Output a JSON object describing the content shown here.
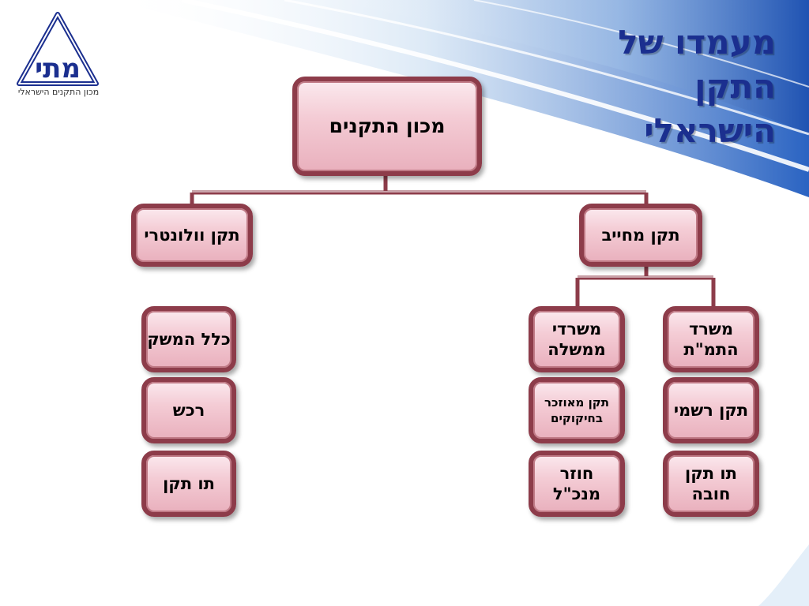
{
  "title": {
    "line1": "מעמדו של",
    "line2": "התקן",
    "line3": "הישראלי"
  },
  "logo": {
    "mark_text": "מתי",
    "caption": "מכון התקנים הישראלי"
  },
  "nodes": {
    "root": "מכון התקנים",
    "voluntary": "תקן וולונטרי",
    "mandatory": "תקן מחייב",
    "general": "כלל המשק",
    "rechesh": "רכש",
    "tav_teken": "תו תקן",
    "ministries": "משרדי ממשלה",
    "tamat": "משרד התמ\"ת",
    "referenced": "תקן מאוזכר בחיקוקים",
    "official": "תקן רשמי",
    "dg_circular": "חוזר מנכ\"ל",
    "mandatory_mark": "תו תקן חובה"
  },
  "colors": {
    "title": "#1b2f8f",
    "connector": "#8d3c4a",
    "node_border": "#8d3c4a"
  }
}
